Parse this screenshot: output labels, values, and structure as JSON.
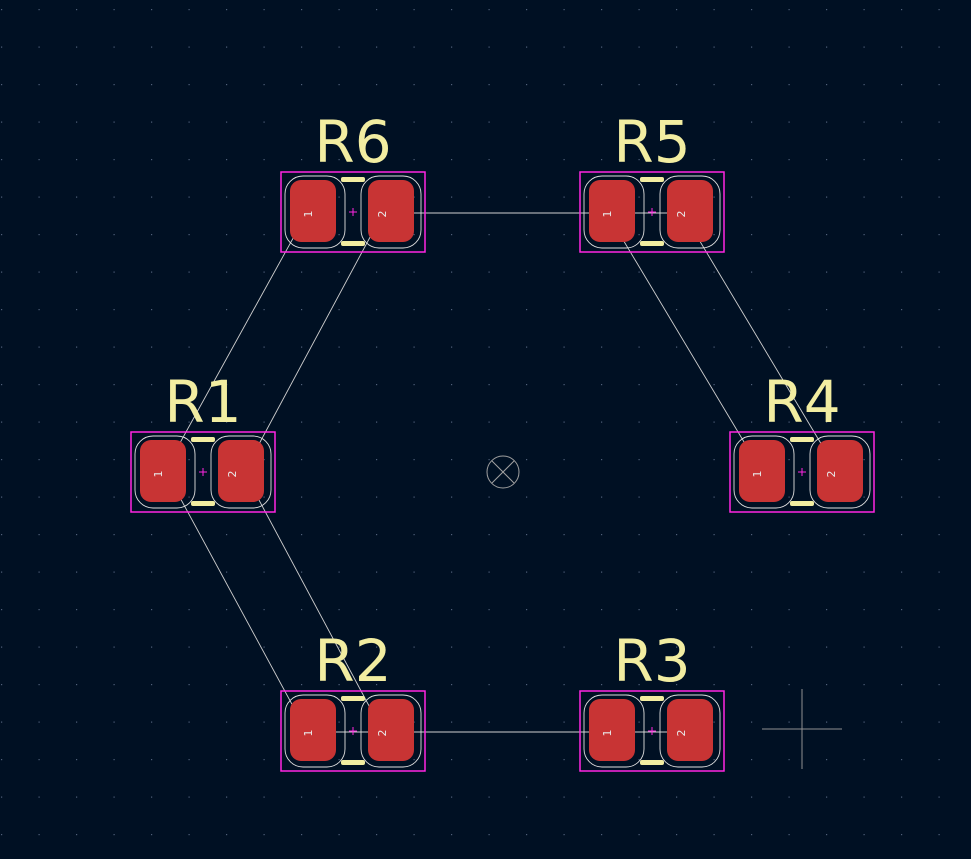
{
  "colors": {
    "background": "#001023",
    "grid_dot": "#50607a",
    "pad_fill": "#c83434",
    "pad_clearance": "#e0e0e0",
    "courtyard": "#ff26e2",
    "silkscreen": "#f2eda1",
    "ratsnest": "#d0d0d0",
    "anchor": "#a0a0a0"
  },
  "components": [
    {
      "ref": "R6",
      "pad1": "1",
      "pad2": "2"
    },
    {
      "ref": "R5",
      "pad1": "1",
      "pad2": "2"
    },
    {
      "ref": "R1",
      "pad1": "1",
      "pad2": "2"
    },
    {
      "ref": "R4",
      "pad1": "1",
      "pad2": "2"
    },
    {
      "ref": "R2",
      "pad1": "1",
      "pad2": "2"
    },
    {
      "ref": "R3",
      "pad1": "1",
      "pad2": "2"
    }
  ],
  "icons": {
    "origin_marker": "drill-origin-icon",
    "cursor": "crosshair-cursor-icon"
  }
}
